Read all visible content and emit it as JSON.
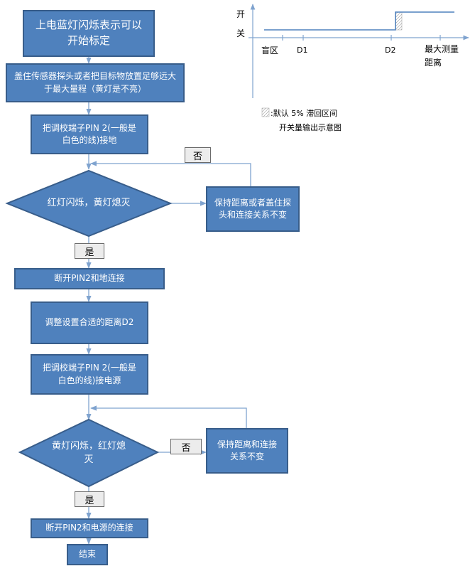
{
  "flow": {
    "step1": "上电蓝灯闪烁表示可以开始标定",
    "step2": "盖住传感器探头或者把目标物放置足够远大于最大量程（黄灯是不亮）",
    "step3": "把调校端子PIN 2(一般是白色的线)接地",
    "decision1": "红灯闪烁，黄灯熄灭",
    "no1": "否",
    "keep1": "保持距离或者盖住探头和连接关系不变",
    "yes1": "是",
    "step4": "断开PIN2和地连接",
    "step5": "调整设置合适的距离D2",
    "step6": "把调校端子PIN 2(一般是白色的线)接电源",
    "decision2": "黄灯闪烁，红灯熄灭",
    "no2": "否",
    "keep2": "保持距离和连接关系不变",
    "yes2": "是",
    "step7": "断开PIN2和电源的连接",
    "end": "结束"
  },
  "graph": {
    "ylabel_top": "开",
    "ylabel_bottom": "关",
    "xlabels": {
      "blind": "盲区",
      "d1": "D1",
      "d2": "D2",
      "max": "最大测量距离"
    },
    "legend_text": ":默认 5% 滞回区间",
    "caption": "开关量输出示意图"
  },
  "colors": {
    "box_fill": "#4f81bd",
    "box_border": "#385d8a",
    "line": "#7fa3cf",
    "graph_line": "#4f81bd"
  }
}
